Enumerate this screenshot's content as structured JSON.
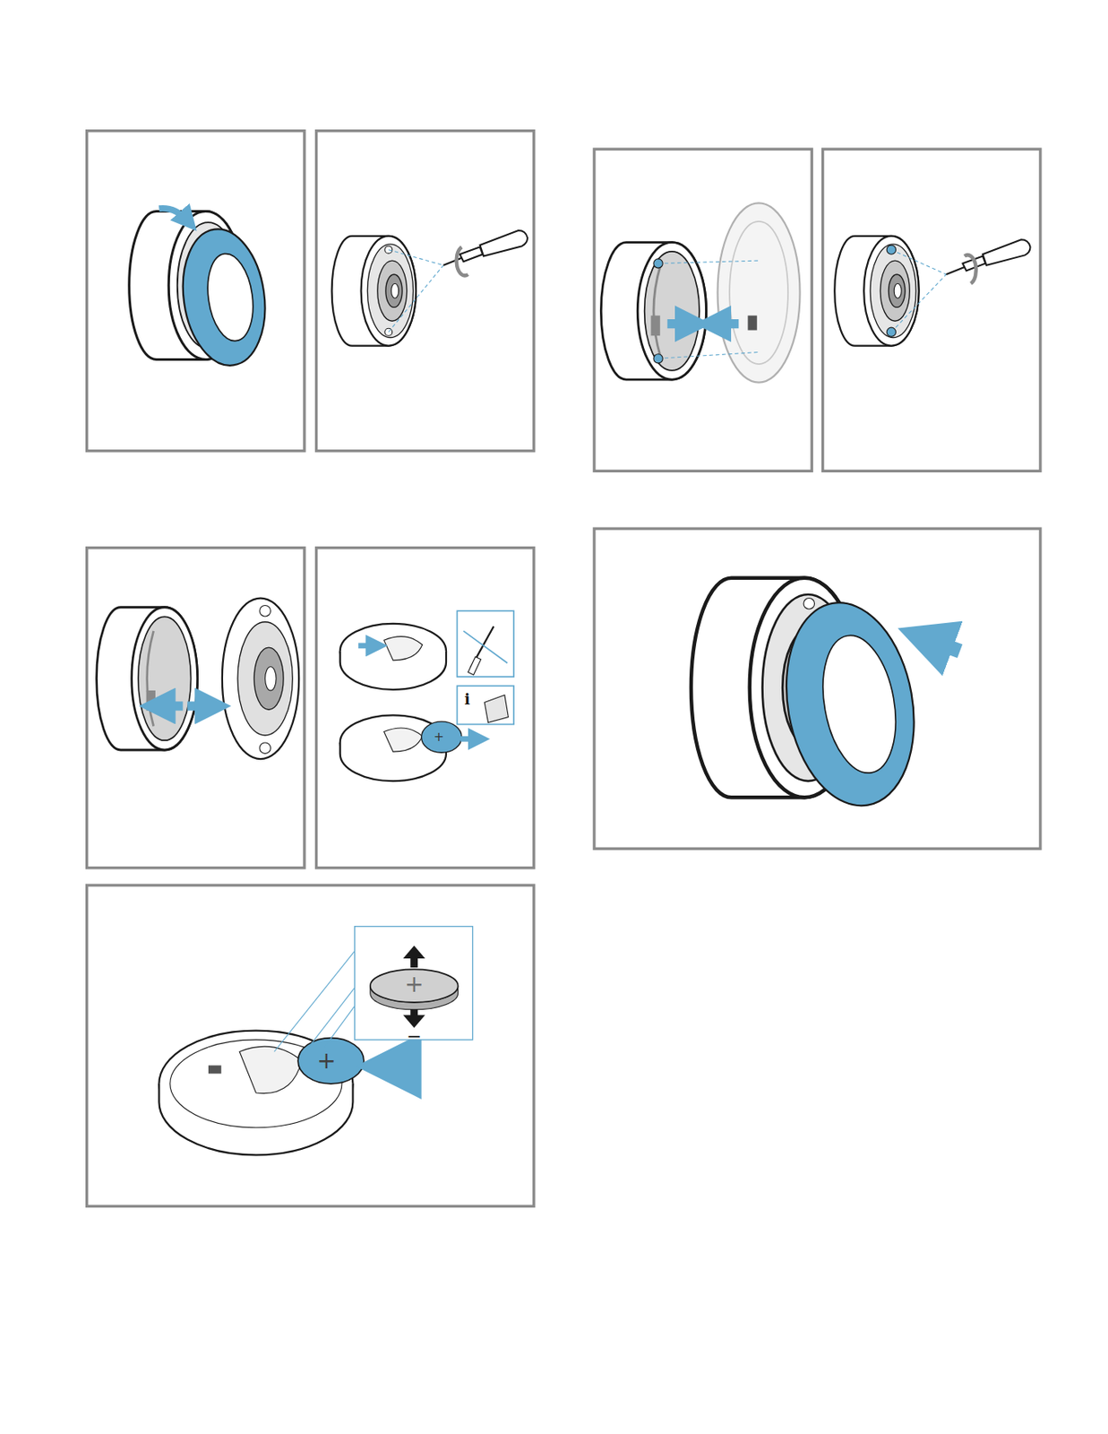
{
  "diagram": {
    "labels": [
      "i",
      "+",
      "+",
      "−",
      "+"
    ]
  }
}
